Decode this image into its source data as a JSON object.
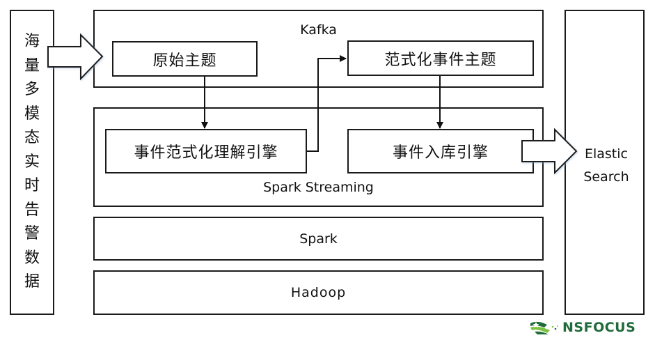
{
  "source": {
    "chars": [
      "海",
      "量",
      "多",
      "模",
      "态",
      "实",
      "时",
      "告",
      "警",
      "数",
      "据"
    ],
    "label": "海量多模态实时告警数据"
  },
  "kafka": {
    "title": "Kafka",
    "raw_topic": "原始主题",
    "normalized_topic": "范式化事件主题"
  },
  "spark_streaming": {
    "title": "Spark Streaming",
    "normalize_engine": "事件范式化理解引擎",
    "storage_engine": "事件入库引擎"
  },
  "spark": {
    "title": "Spark"
  },
  "hadoop": {
    "title": "Hadoop"
  },
  "sink": {
    "line1": "Elastic",
    "line2": "Search"
  },
  "logo": {
    "text": "NSFOCUS",
    "primary_color": "#1f6b3a",
    "accent_color": "#7cc242"
  }
}
